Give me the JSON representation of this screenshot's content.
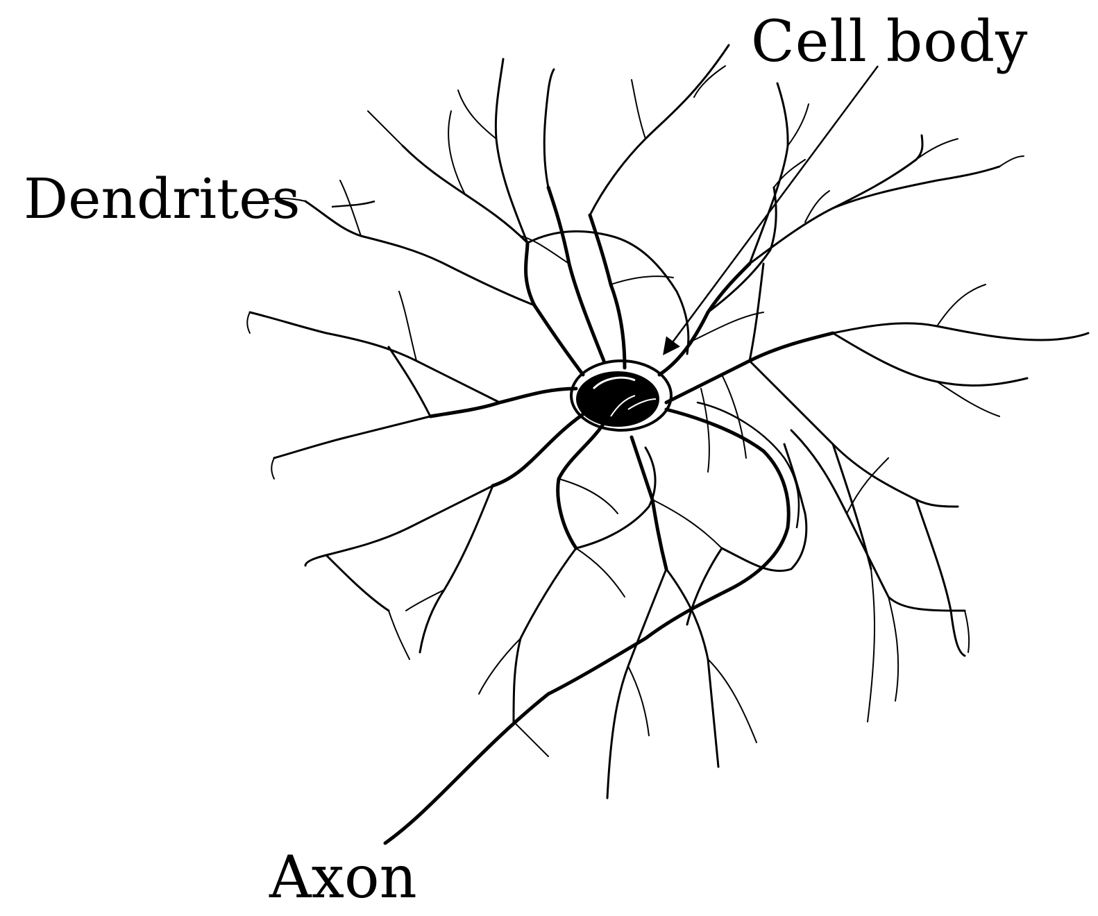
{
  "diagram": {
    "labels": {
      "cell_body": "Cell body",
      "dendrites": "Dendrites",
      "axon": "Axon"
    },
    "colors": {
      "ink": "#000000",
      "background": "#ffffff"
    }
  }
}
